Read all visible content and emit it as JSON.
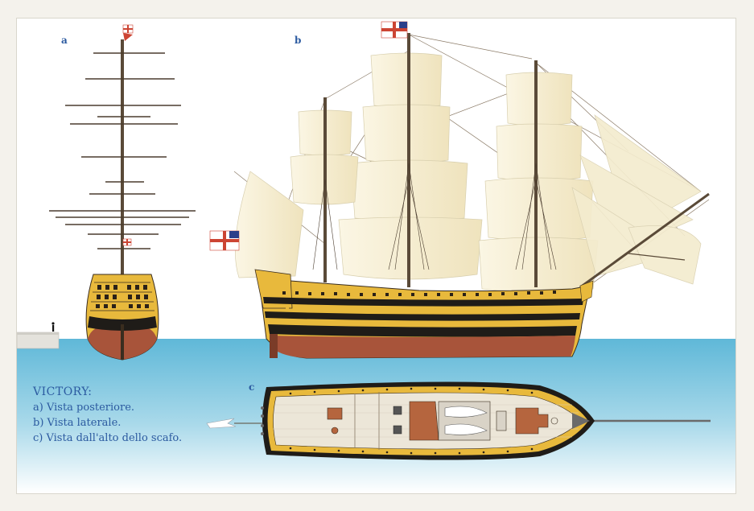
{
  "labels": {
    "a": "a",
    "b": "b",
    "c": "c"
  },
  "caption": {
    "title": "VICTORY:",
    "lines": [
      "a) Vista posteriore.",
      "b) Vista laterale.",
      "c) Vista dall'alto dello scafo."
    ]
  },
  "colors": {
    "sea": "#5fb8d8",
    "sail": "#f2e9c8",
    "hull_yellow": "#e8b93c",
    "hull_black": "#1f1c18",
    "hull_red": "#a8543a",
    "deck": "#ece6d8",
    "label_blue": "#2b5aa0"
  }
}
